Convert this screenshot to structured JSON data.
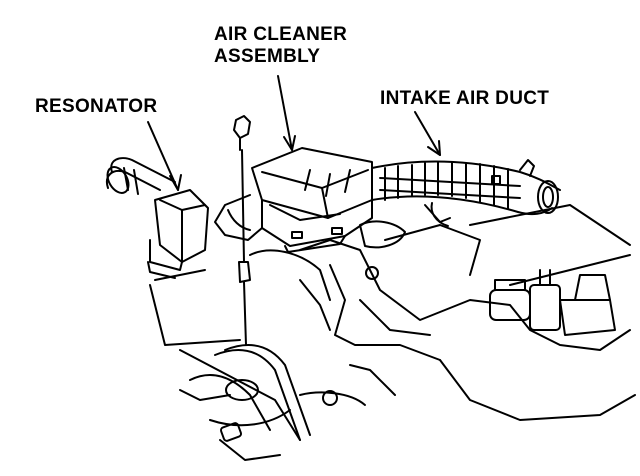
{
  "labels": {
    "resonator": "RESONATOR",
    "air_cleaner_line1": "AIR CLEANER",
    "air_cleaner_line2": "ASSEMBLY",
    "intake_air_duct": "INTAKE AIR DUCT"
  },
  "colors": {
    "ink": "#000000",
    "paper": "#ffffff"
  }
}
